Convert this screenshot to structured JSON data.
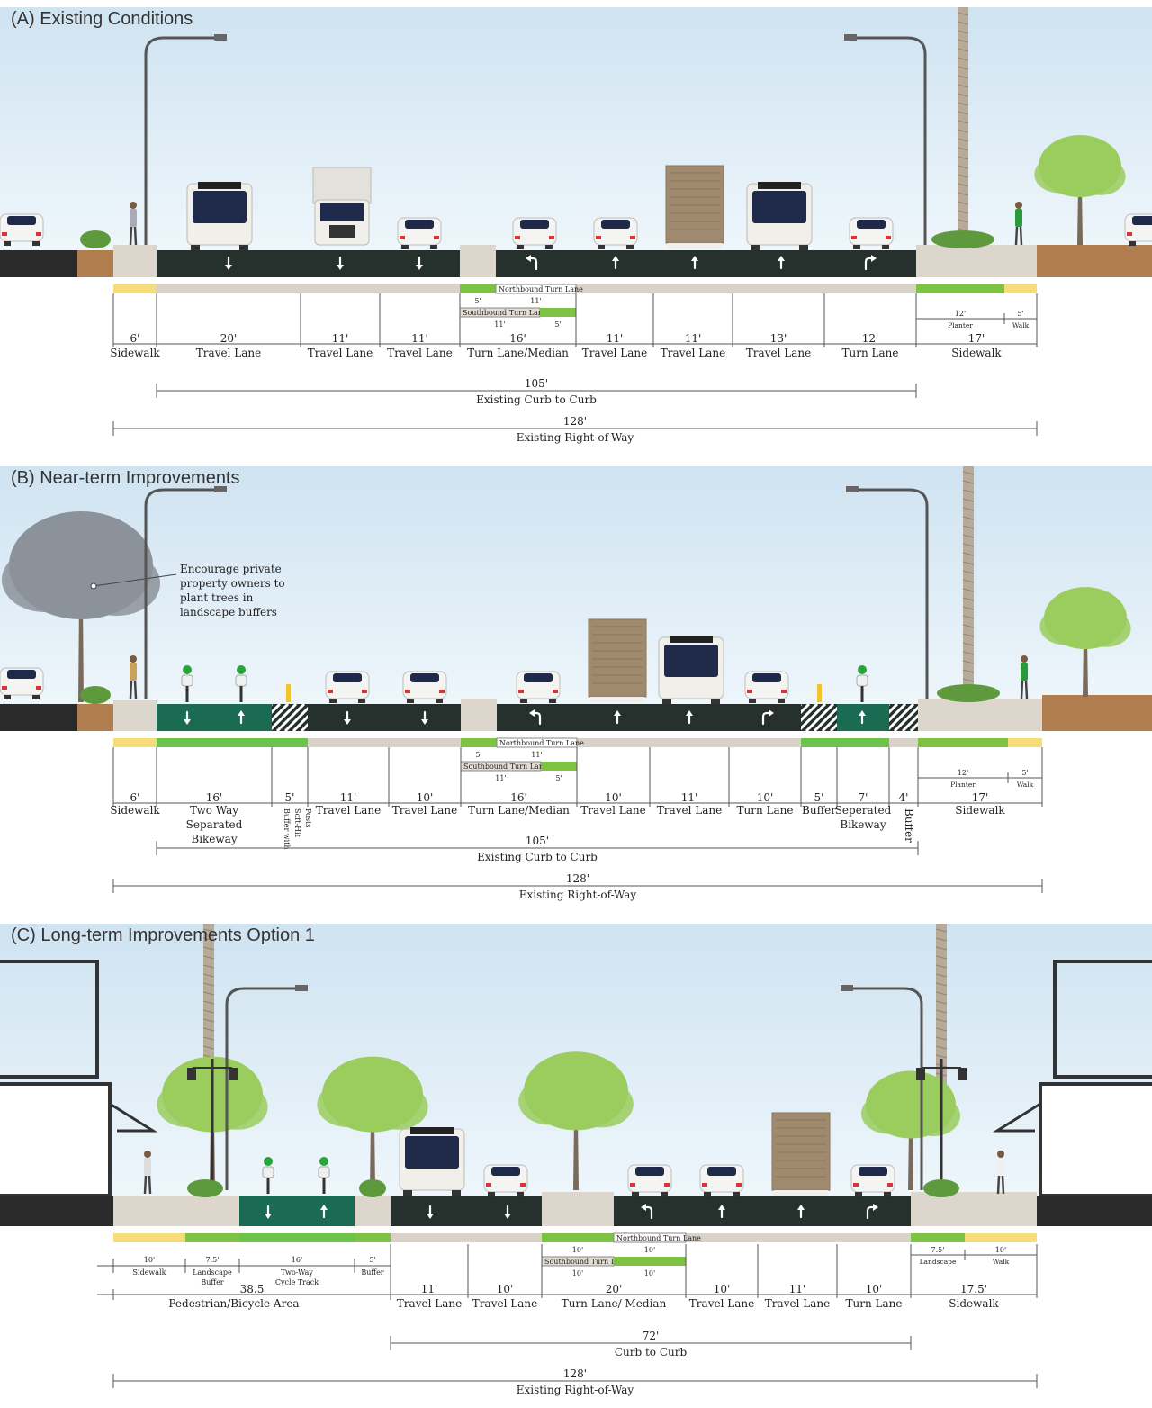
{
  "colors": {
    "sky_top": "#cfe3f1",
    "sky_bottom": "#eef6fb",
    "asphalt": "#26302c",
    "bike_lane": "#1b6b52",
    "bike_lane_stripe": "#6cc24a",
    "sidewalk": "#dcd6cc",
    "yellow_strip": "#f7dc7a",
    "median_green": "#7dc243",
    "soil": "#b07d4e",
    "tree_canopy": "#9acd5e",
    "tree_gray": "#8c9299"
  },
  "icons": [
    "arrow-down-icon",
    "arrow-up-icon",
    "arrow-left-turn-icon",
    "arrow-right-turn-icon",
    "streetlight-icon",
    "bus-icon",
    "truck-icon",
    "car-icon",
    "tree-icon",
    "palm-tree-icon",
    "pedestrian-icon",
    "cyclist-icon"
  ],
  "panel_a": {
    "title": "(A) Existing Conditions",
    "segments": [
      {
        "dim": "6'",
        "label": [
          "Sidewalk"
        ]
      },
      {
        "dim": "20'",
        "label": [
          "Travel Lane"
        ]
      },
      {
        "dim": "11'",
        "label": [
          "Travel Lane"
        ]
      },
      {
        "dim": "11'",
        "label": [
          "Travel Lane"
        ]
      },
      {
        "dim": "16'",
        "label": [
          "Turn Lane/Median"
        ]
      },
      {
        "dim": "11'",
        "label": [
          "Travel Lane"
        ]
      },
      {
        "dim": "11'",
        "label": [
          "Travel Lane"
        ]
      },
      {
        "dim": "13'",
        "label": [
          "Travel Lane"
        ]
      },
      {
        "dim": "12'",
        "label": [
          "Turn Lane"
        ]
      },
      {
        "dim": "17'",
        "label": [
          "Sidewalk"
        ]
      }
    ],
    "median_detail": {
      "nb": "Northbound Turn Lane",
      "sb": "Southbound Turn Lane",
      "d1": "5'",
      "d2": "11'",
      "d3": "11'",
      "d4": "5'"
    },
    "sidewalk_detail": {
      "d1": "12'",
      "l1": "Planter",
      "d2": "5'",
      "l2": "Walk"
    },
    "curb": {
      "dim": "105'",
      "label": "Existing Curb to Curb"
    },
    "row": {
      "dim": "128'",
      "label": "Existing Right-of-Way"
    }
  },
  "panel_b": {
    "title": "(B) Near-term Improvements",
    "note": [
      "Encourage private",
      "property owners to",
      "plant trees in",
      "landscape buffers"
    ],
    "segments": [
      {
        "dim": "6'",
        "label": [
          "Sidewalk"
        ]
      },
      {
        "dim": "16'",
        "label": [
          "Two Way",
          "Separated",
          "Bikeway"
        ]
      },
      {
        "dim": "5'",
        "label": [
          "Buffer with",
          "Soft-Hit",
          "Posts"
        ]
      },
      {
        "dim": "11'",
        "label": [
          "Travel Lane"
        ]
      },
      {
        "dim": "10'",
        "label": [
          "Travel Lane"
        ]
      },
      {
        "dim": "16'",
        "label": [
          "Turn Lane/Median"
        ]
      },
      {
        "dim": "10'",
        "label": [
          "Travel Lane"
        ]
      },
      {
        "dim": "11'",
        "label": [
          "Travel Lane"
        ]
      },
      {
        "dim": "10'",
        "label": [
          "Turn Lane"
        ]
      },
      {
        "dim": "5'",
        "label": [
          "Buffer"
        ]
      },
      {
        "dim": "7'",
        "label": [
          "Seperated",
          "Bikeway"
        ]
      },
      {
        "dim": "4'",
        "label": [
          "Buffer"
        ]
      },
      {
        "dim": "17'",
        "label": [
          "Sidewalk"
        ]
      }
    ],
    "median_detail": {
      "nb": "Northbound Turn Lane",
      "sb": "Southbound Turn Lane",
      "d1": "5'",
      "d2": "11'",
      "d3": "11'",
      "d4": "5'"
    },
    "sidewalk_detail": {
      "d1": "12'",
      "l1": "Planter",
      "d2": "5'",
      "l2": "Walk"
    },
    "curb": {
      "dim": "105'",
      "label": "Existing Curb to Curb"
    },
    "row": {
      "dim": "128'",
      "label": "Existing Right-of-Way"
    }
  },
  "panel_c": {
    "title": "(C) Long-term Improvements Option 1",
    "ped_sub": [
      {
        "dim": "10'",
        "label": "Sidewalk"
      },
      {
        "dim": "7.5'",
        "label": [
          "Landscape",
          "Buffer"
        ]
      },
      {
        "dim": "16'",
        "label": [
          "Two-Way",
          "Cycle Track"
        ]
      },
      {
        "dim": "5'",
        "label": "Buffer"
      }
    ],
    "ped_area": {
      "dim": "38.5",
      "label": "Pedestrian/Bicycle  Area"
    },
    "segments": [
      {
        "dim": "11'",
        "label": [
          "Travel Lane"
        ]
      },
      {
        "dim": "10'",
        "label": [
          "Travel Lane"
        ]
      },
      {
        "dim": "20'",
        "label": [
          "Turn Lane/ Median"
        ]
      },
      {
        "dim": "10'",
        "label": [
          "Travel Lane"
        ]
      },
      {
        "dim": "11'",
        "label": [
          "Travel Lane"
        ]
      },
      {
        "dim": "10'",
        "label": [
          "Turn Lane"
        ]
      },
      {
        "dim": "17.5'",
        "label": [
          "Sidewalk"
        ]
      }
    ],
    "median_detail": {
      "nb": "Northbound Turn Lane",
      "sb": "Southbound Turn Lane",
      "d1": "10'",
      "d2": "10'",
      "d3": "10'",
      "d4": "10'"
    },
    "sidewalk_detail": {
      "d1": "7.5'",
      "l1": "Landscape",
      "d2": "10'",
      "l2": "Walk"
    },
    "curb": {
      "dim": "72'",
      "label": "Curb to Curb"
    },
    "row": {
      "dim": "128'",
      "label": "Existing Right-of-Way"
    }
  }
}
